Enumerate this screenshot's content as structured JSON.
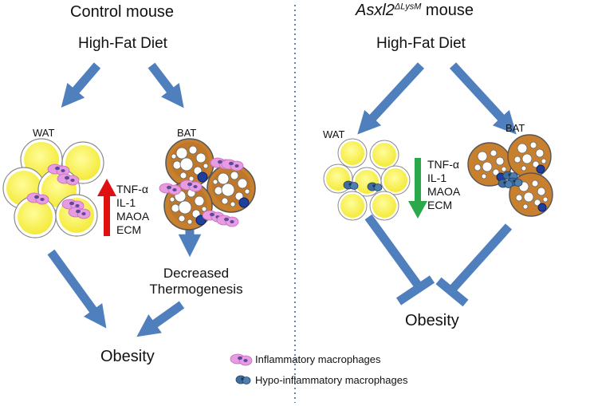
{
  "left_panel": {
    "title": "Control mouse",
    "diet": "High-Fat Diet",
    "wat_label": "WAT",
    "bat_label": "BAT",
    "markers": [
      "TNF-α",
      "IL-1",
      "MAOA",
      "ECM"
    ],
    "marker_trend": "up",
    "thermogenesis": [
      "Decreased",
      "Thermogenesis"
    ],
    "outcome": "Obesity"
  },
  "right_panel": {
    "title_base": "Asxl2",
    "title_superscript": "ΔLysM",
    "title_suffix": " mouse",
    "diet": "High-Fat Diet",
    "wat_label": "WAT",
    "bat_label": "BAT",
    "markers": [
      "TNF-α",
      "IL-1",
      "MAOA",
      "ECM"
    ],
    "marker_trend": "down",
    "outcome": "Obesity"
  },
  "legend": {
    "inflammatory": "Inflammatory macrophages",
    "hypo_inflammatory": "Hypo-inflammatory macrophages"
  },
  "colors": {
    "arrow": "#4f7fbd",
    "up_arrow": "#e01010",
    "down_arrow": "#2aa84a",
    "adipocyte": "#fff65a",
    "bat_tissue": "#c8802e",
    "inflammatory_macrophage": "#e79be0",
    "hypo_macrophage": "#3f6e9c",
    "divider": "#5a86b8"
  }
}
